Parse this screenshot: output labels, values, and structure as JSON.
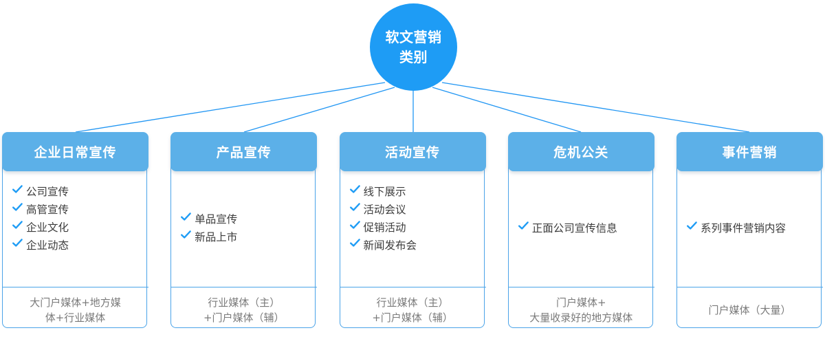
{
  "diagram": {
    "title": "软文营销类别",
    "root": {
      "lines": [
        "软文营销",
        "类别"
      ]
    },
    "colors": {
      "root_fill": "#1e9cf5",
      "header_fill": "#5cb0e8",
      "card_border": "#4aa3e8",
      "connector": "#2196f3",
      "check": "#1e9cf5",
      "item_text": "#3c3c3c",
      "footer_text": "#7a7a7a",
      "background": "#ffffff"
    },
    "check_icon": "check-icon",
    "branches": [
      {
        "header": "企业日常宣传",
        "items": [
          "公司宣传",
          "高管宣传",
          "企业文化",
          "企业动态"
        ],
        "footer": [
          "大门户媒体+地方媒",
          "体+行业媒体"
        ]
      },
      {
        "header": "产品宣传",
        "items": [
          "单品宣传",
          "新品上市"
        ],
        "footer": [
          "行业媒体（主）",
          "+门户媒体（辅）"
        ]
      },
      {
        "header": "活动宣传",
        "items": [
          "线下展示",
          "活动会议",
          "促销活动",
          "新闻发布会"
        ],
        "footer": [
          "行业媒体（主）",
          "+门户媒体（辅）"
        ]
      },
      {
        "header": "危机公关",
        "items": [
          "正面公司宣传信息"
        ],
        "footer": [
          "门户媒体+",
          "大量收录好的地方媒体"
        ]
      },
      {
        "header": "事件营销",
        "items": [
          "系列事件营销内容"
        ],
        "footer": [
          "门户媒体（大量）"
        ]
      }
    ]
  }
}
